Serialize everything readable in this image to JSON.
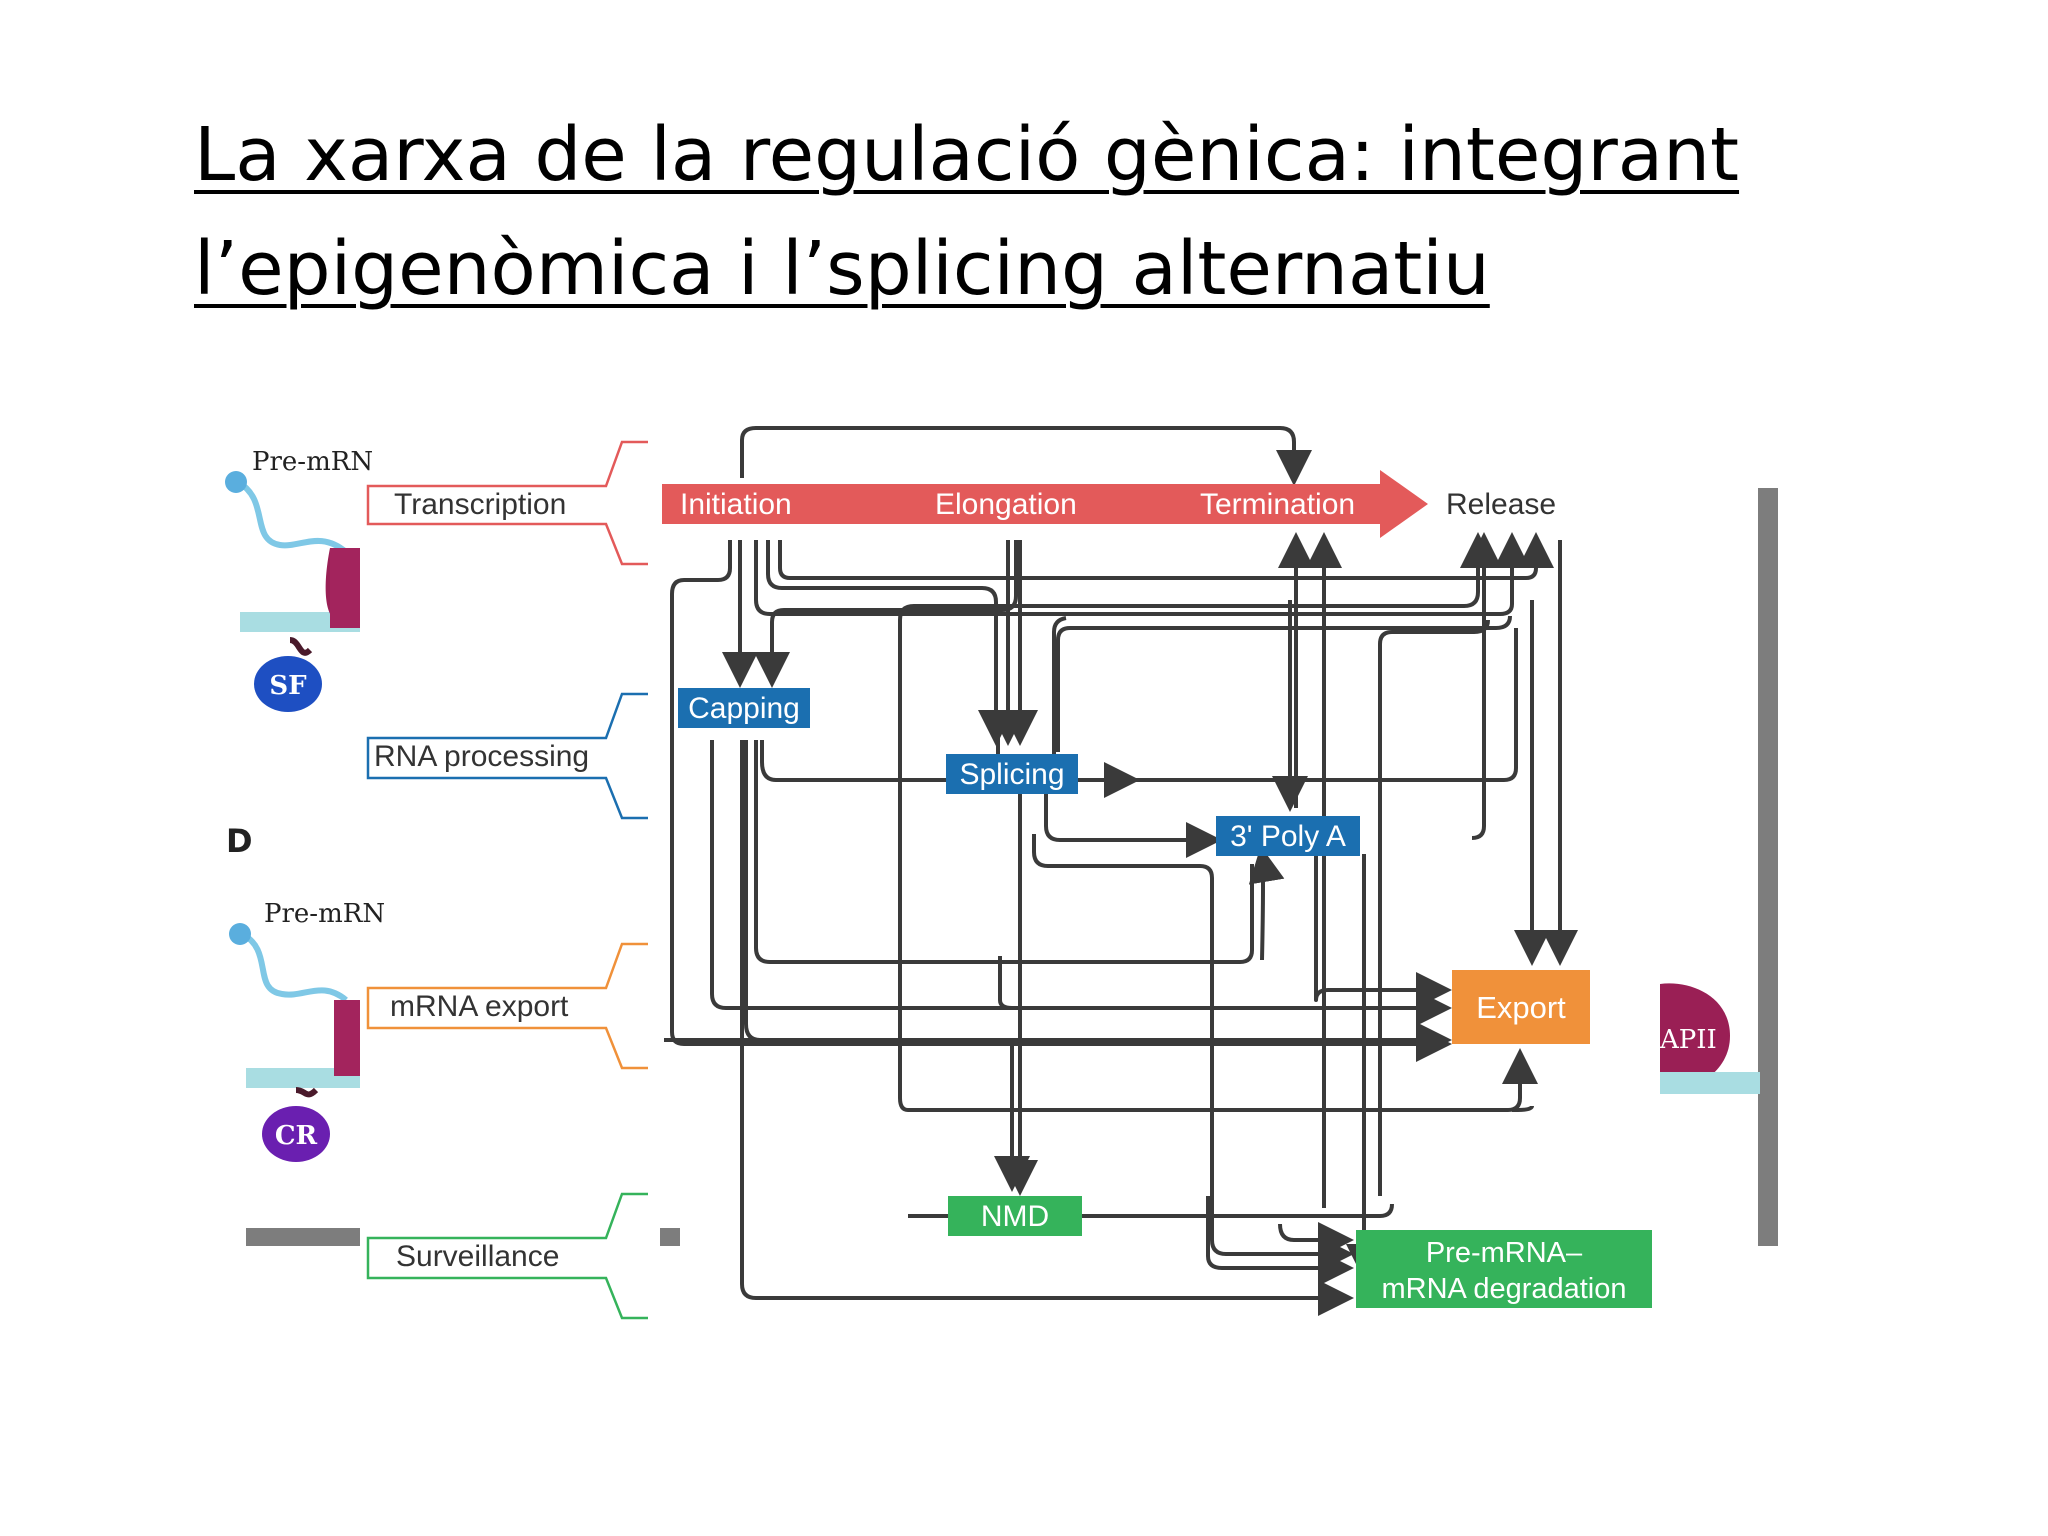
{
  "slide": {
    "title_line1": "La xarxa de la regulació gènica: integrant",
    "title_line2": "l’epigenòmica i l’splicing alternatiu"
  },
  "left_panel": {
    "top_label": "Pre-mRN",
    "top_badge": "SF",
    "panel_letter": "D",
    "bottom_label": "Pre-mRN",
    "bottom_badge": "CR",
    "right_badge": "APII"
  },
  "categories": {
    "transcription": "Transcription",
    "rna_processing": "RNA processing",
    "mrna_export": "mRNA export",
    "surveillance": "Surveillance"
  },
  "nodes": {
    "initiation": "Initiation",
    "elongation": "Elongation",
    "termination": "Termination",
    "release": "Release",
    "capping": "Capping",
    "splicing": "Splicing",
    "polya": "3' Poly A",
    "export": "Export",
    "nmd": "NMD",
    "degradation_line1": "Pre-mRNA–",
    "degradation_line2": "mRNA degradation"
  },
  "colors": {
    "transcription": "#e35a5a",
    "rna_processing": "#1b6fb0",
    "mrna_export": "#f0913a",
    "surveillance": "#35b35b",
    "arrows": "#3a3a3a",
    "frame": "#7d7d7d"
  }
}
